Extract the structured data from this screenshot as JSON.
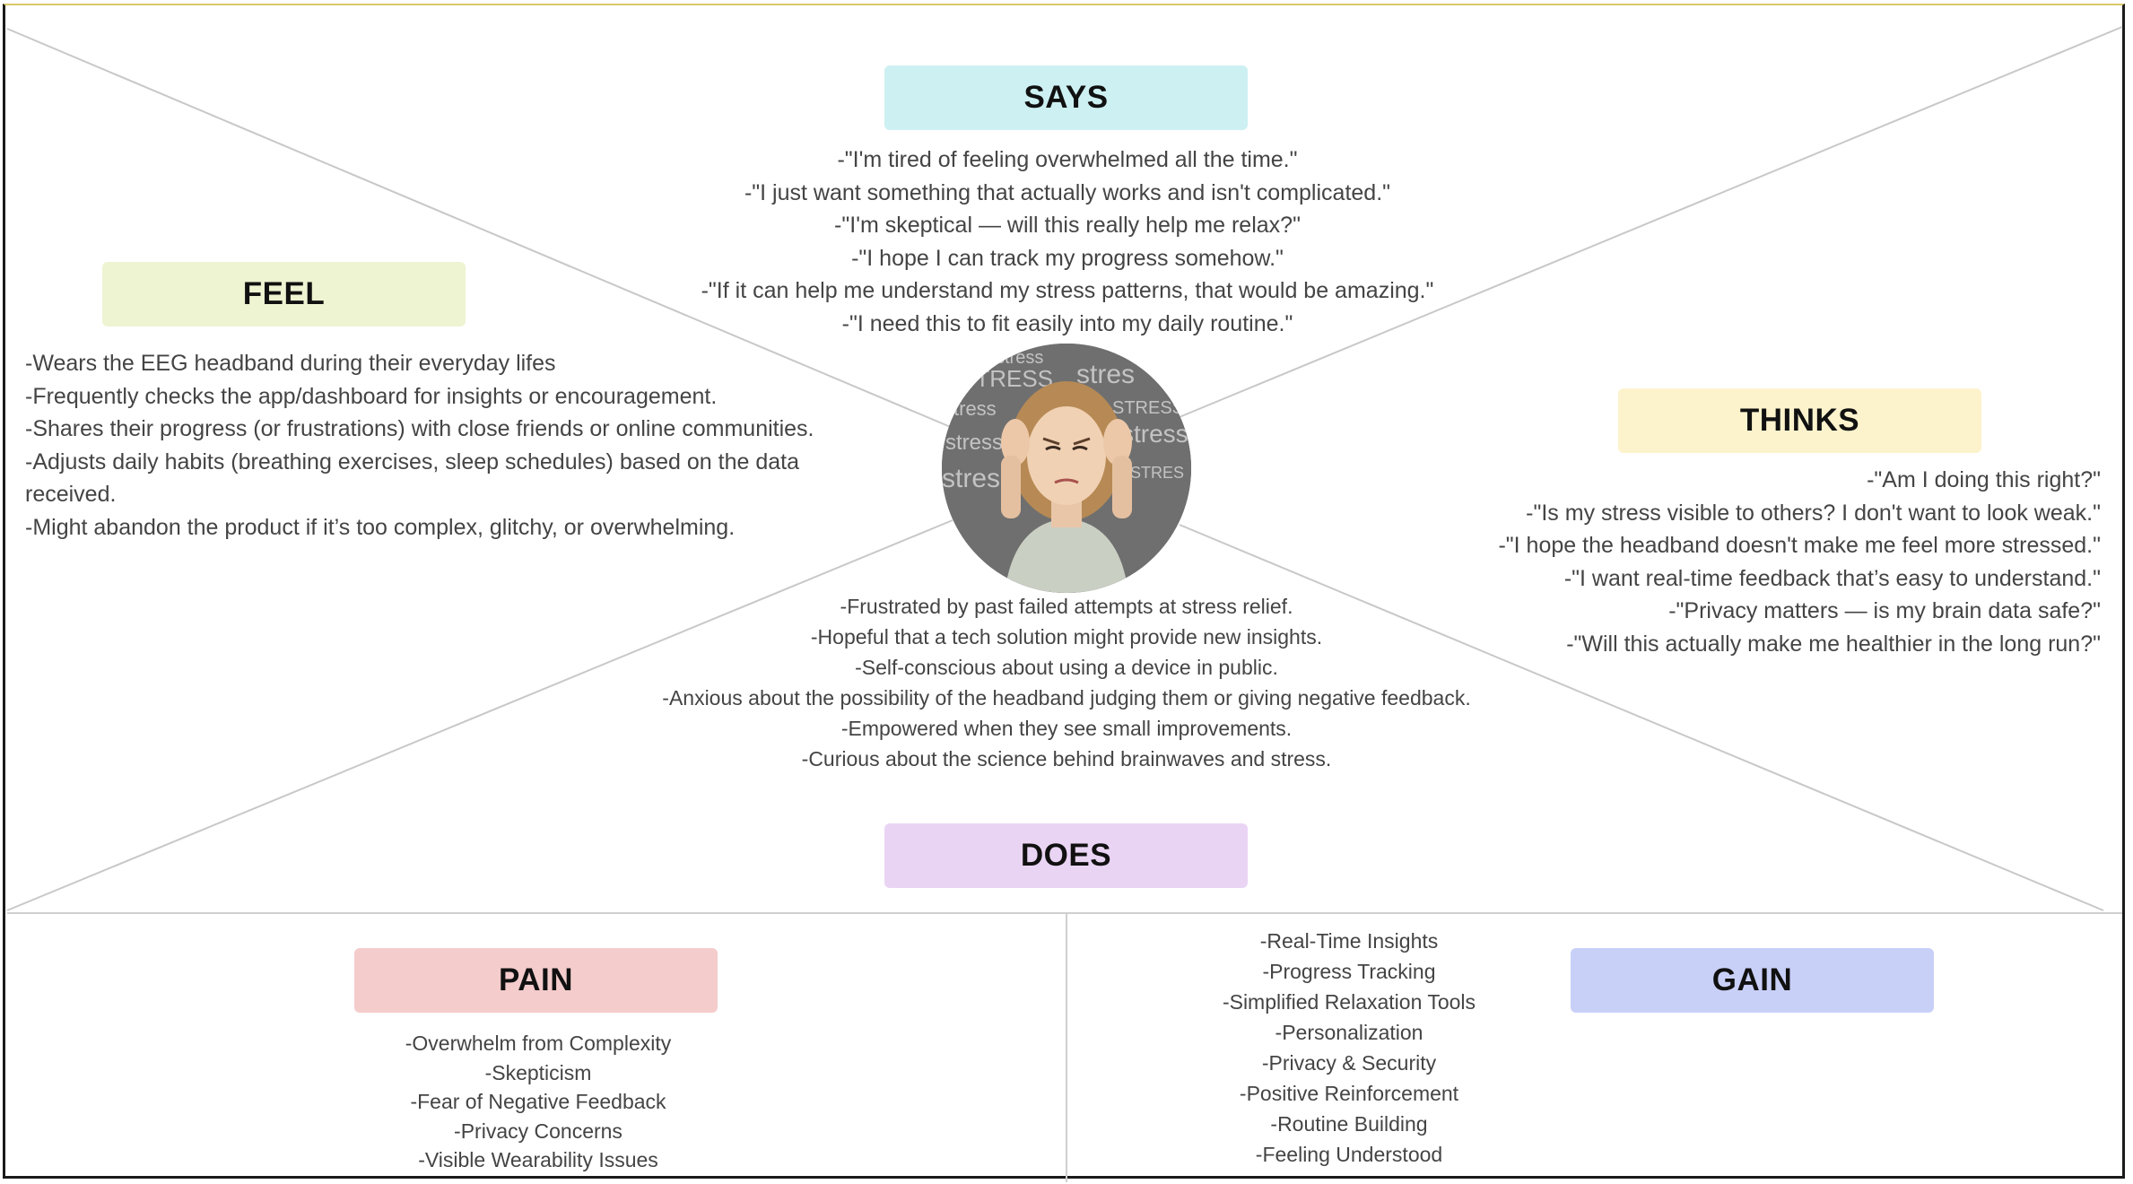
{
  "sections": {
    "says": {
      "title": "SAYS",
      "color": "#cdf0f2",
      "lines": [
        "-\"I'm tired of feeling overwhelmed all the time.\"",
        "-\"I just want something that actually works and isn't complicated.\"",
        "-\"I'm skeptical — will this really help me relax?\"",
        "-\"I hope I can track my progress somehow.\"",
        "-\"If it can help me understand my stress patterns, that would be amazing.\"",
        "-\"I need this to fit easily into my daily routine.\""
      ]
    },
    "feel": {
      "title": "FEEL",
      "color": "#eef4d2",
      "lines": [
        "-Wears the EEG headband during their everyday lifes",
        "-Frequently checks the app/dashboard for insights or encouragement.",
        "-Shares their progress (or frustrations) with close friends or online communities.",
        "-Adjusts daily habits (breathing exercises, sleep schedules) based on the data received.",
        "-Might abandon the product if it’s too complex, glitchy, or overwhelming."
      ]
    },
    "thinks": {
      "title": "THINKS",
      "color": "#fcf3cd",
      "lines": [
        "-\"Am I doing this right?\"",
        "-\"Is my stress visible to others? I don't want to look weak.\"",
        "-\"I hope the headband doesn't make me feel more stressed.\"",
        "-\"I want real-time feedback that’s easy to understand.\"",
        "-\"Privacy matters — is my brain data safe?\"",
        "-\"Will this actually make me healthier in the long run?\""
      ]
    },
    "does": {
      "title": "DOES",
      "color": "#ead4f4",
      "lines": [
        "-Frustrated by past failed attempts at stress relief.",
        "-Hopeful that a tech solution might provide new insights.",
        "-Self-conscious about using a device in public.",
        "-Anxious about the possibility of the headband judging them or giving negative feedback.",
        "-Empowered when they see small improvements.",
        "-Curious about the science behind brainwaves and stress."
      ]
    },
    "pain": {
      "title": "PAIN",
      "color": "#f4cccc",
      "lines": [
        "-Overwhelm from Complexity",
        "-Skepticism",
        "-Fear of Negative Feedback",
        "-Privacy Concerns",
        "-Visible Wearability Issues"
      ]
    },
    "gain": {
      "title": "GAIN",
      "color": "#c9d0f8",
      "lines": [
        "-Real-Time Insights",
        "-Progress Tracking",
        "-Simplified Relaxation Tools",
        "-Personalization",
        "-Privacy & Security",
        "-Positive Reinforcement",
        "-Routine Building",
        "-Feeling Understood"
      ]
    }
  },
  "avatar": {
    "icon": "stressed-person-photo",
    "background_words": [
      "stress",
      "STRESS",
      "stres",
      "stress",
      "STRESS",
      "stress",
      "stress",
      "STRES",
      "stress"
    ]
  }
}
